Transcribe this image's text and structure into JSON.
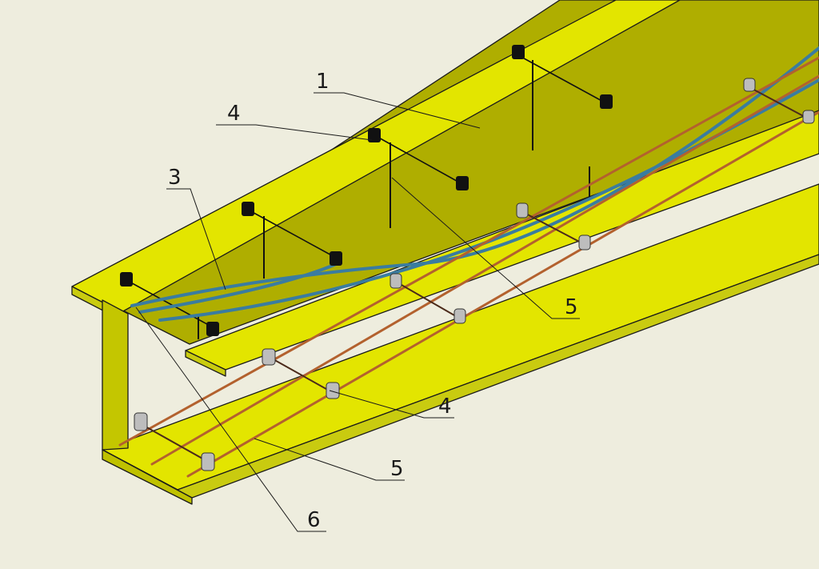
{
  "callouts": {
    "c1": "1",
    "c3": "3",
    "c4_top": "4",
    "c5_mid": "5",
    "c4_bottom": "4",
    "c5_bottom": "5",
    "c6": "6"
  },
  "colors": {
    "background": "#EEEDDE",
    "beam_top": "#E3E500",
    "beam_side": "#D0D200",
    "web": "#AFAE00",
    "flange_front": "#C9CB10",
    "strand_blue": "#3A7CA0",
    "strand_red": "#B3612E",
    "clamp_black": "#111111",
    "clamp_grey": "#BDBDBD"
  }
}
